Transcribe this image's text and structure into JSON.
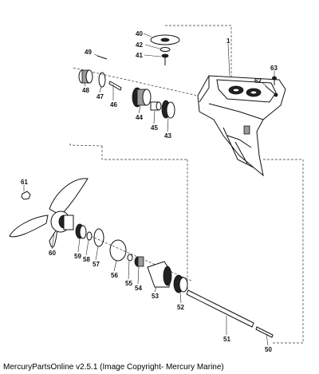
{
  "caption": "MercuryPartsOnline v2.5.1 (Image Copyright- Mercury Marine)",
  "part_numbers": {
    "p1": "1",
    "p40": "40",
    "p41": "41",
    "p42": "42",
    "p43": "43",
    "p44": "44",
    "p45": "45",
    "p46": "46",
    "p47": "47",
    "p48": "48",
    "p49": "49",
    "p50": "50",
    "p51": "51",
    "p52": "52",
    "p53": "53",
    "p54": "54",
    "p55": "55",
    "p56": "56",
    "p57": "57",
    "p58": "58",
    "p59": "59",
    "p60": "60",
    "p61": "61",
    "p62": "62",
    "p63": "63"
  }
}
